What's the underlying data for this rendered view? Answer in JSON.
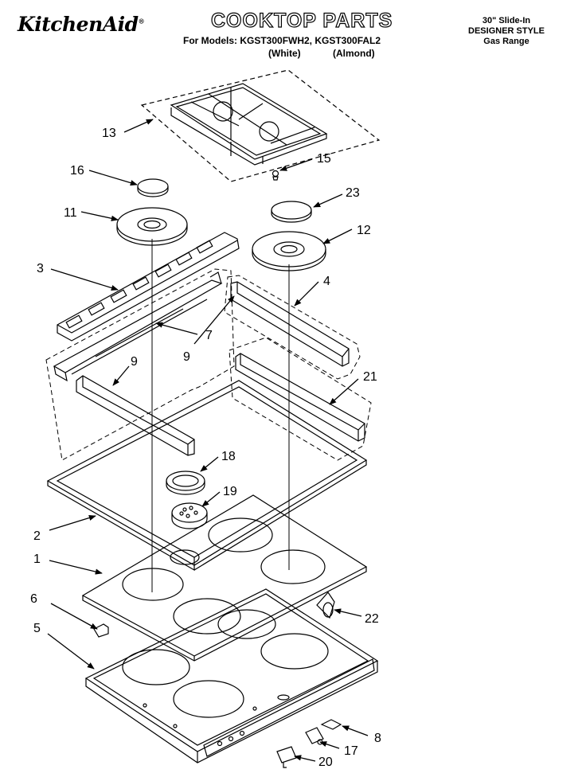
{
  "header": {
    "brand": "KitchenAid",
    "brand_mark": "®",
    "title": "COOKTOP PARTS",
    "models_line": "For Models: KGST300FWH2, KGST300FAL2",
    "color_white": "(White)",
    "color_almond": "(Almond)",
    "spec_line1": "30\" Slide-In",
    "spec_line2": "DESIGNER STYLE",
    "spec_line3": "Gas Range"
  },
  "callouts": {
    "c1": "1",
    "c2": "2",
    "c3": "3",
    "c4": "4",
    "c5": "5",
    "c6": "6",
    "c7": "7",
    "c8": "8",
    "c9a": "9",
    "c9b": "9",
    "c11": "11",
    "c12": "12",
    "c13": "13",
    "c15": "15",
    "c16": "16",
    "c17": "17",
    "c18": "18",
    "c19": "19",
    "c20": "20",
    "c21": "21",
    "c22": "22",
    "c23": "23"
  }
}
